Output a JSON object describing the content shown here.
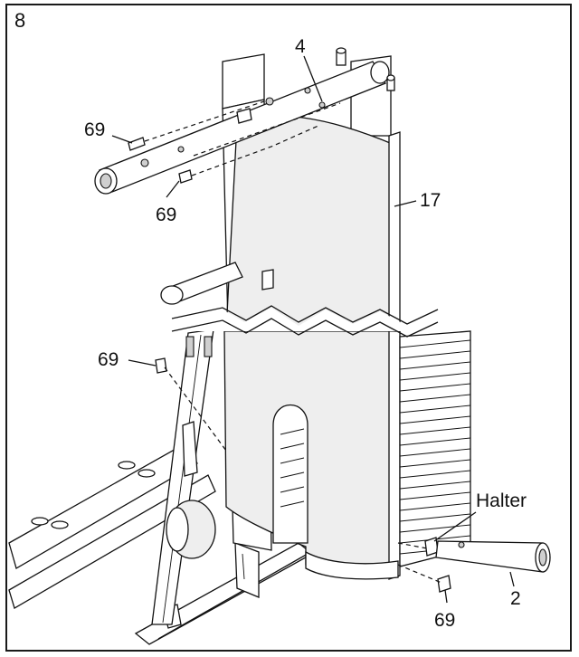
{
  "step_number": "8",
  "callouts": {
    "part_4": "4",
    "part_17": "17",
    "part_2": "2",
    "bolt_69_top_left": "69",
    "bolt_69_top_lower": "69",
    "bolt_69_mid": "69",
    "bolt_69_bottom": "69",
    "halter": "Halter"
  }
}
